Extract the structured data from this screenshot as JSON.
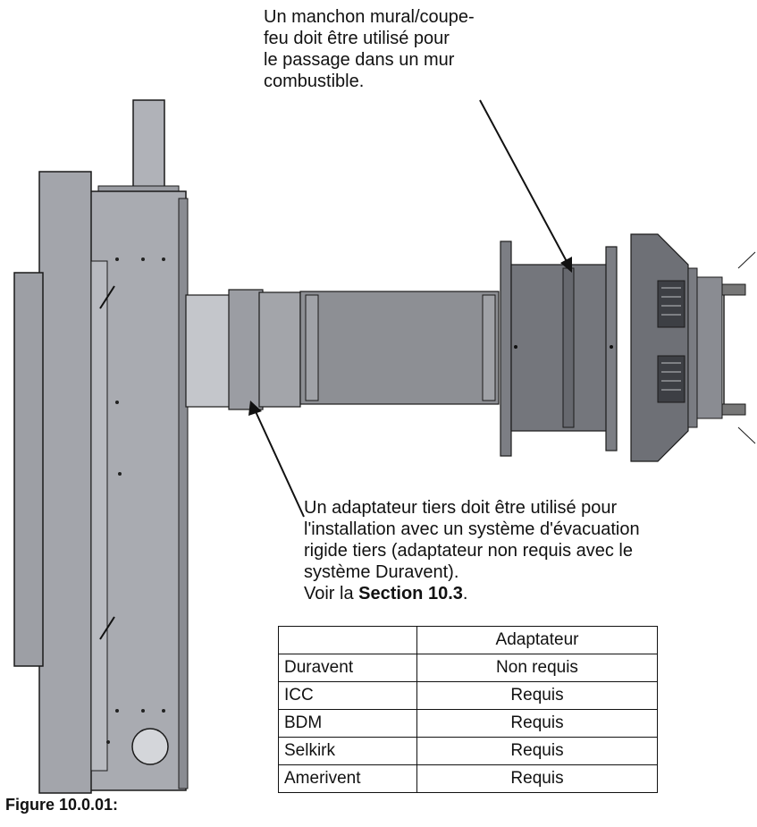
{
  "notes": {
    "wall_thimble": [
      "Un manchon mural/coupe-",
      "feu doit être utilisé pour",
      "le passage dans un mur",
      "combustible."
    ],
    "third_party_adapter": [
      "Un adaptateur tiers doit être utilisé pour",
      "l'installation avec un système d'évacuation",
      "rigide tiers (adaptateur non requis avec le",
      "système Duravent)."
    ],
    "see_section": {
      "prefix": "Voir la ",
      "bold": "Section 10.3",
      "suffix": "."
    }
  },
  "table": {
    "header": [
      "",
      "Adaptateur"
    ],
    "rows": [
      [
        "Duravent",
        "Non requis"
      ],
      [
        "ICC",
        "Requis"
      ],
      [
        "BDM",
        "Requis"
      ],
      [
        "Selkirk",
        "Requis"
      ],
      [
        "Amerivent",
        "Requis"
      ]
    ]
  },
  "caption": "Figure 10.0.01:",
  "colors": {
    "body_gray": "#a7a9af",
    "dark_gray": "#6f7278",
    "pipe_gray": "#8f9196",
    "outline": "#1a1a1a"
  },
  "icons": [
    "arrow-icon",
    "wall-thimble-shape",
    "vent-cap-shape",
    "fireplace-shape"
  ]
}
